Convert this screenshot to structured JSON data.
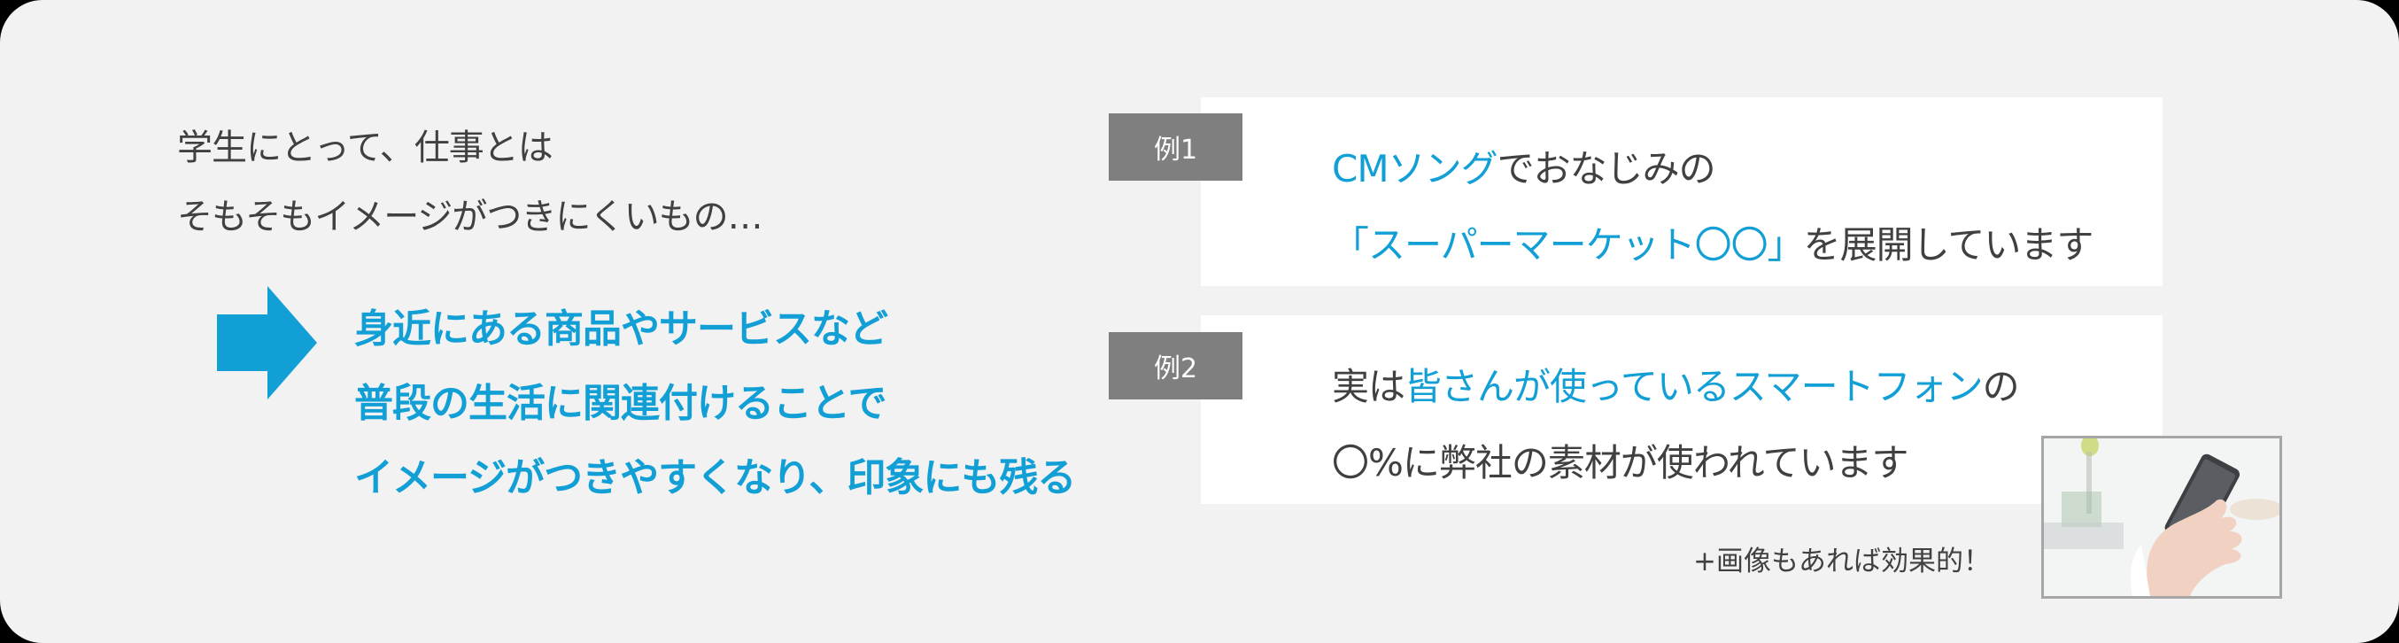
{
  "intro": {
    "lines": [
      "学生にとって、仕事とは",
      "そもそもイメージがつきにくいもの…"
    ]
  },
  "arrow": {
    "icon": "right-arrow-icon",
    "color": "#119fd6"
  },
  "conclusion": {
    "lines": [
      "身近にある商品やサービスなど",
      "普段の生活に関連付けることで",
      "イメージがつきやすくなり、印象にも残る"
    ]
  },
  "examples": [
    {
      "label": "例1",
      "line1": {
        "highlight": "CMソング",
        "rest": "でおなじみの"
      },
      "line2": {
        "highlight": "「スーパーマーケット〇〇」",
        "rest": "を展開しています"
      }
    },
    {
      "label": "例2",
      "line1": {
        "prefix": "実は",
        "highlight": "皆さんが使っているスマートフォン",
        "rest": "の"
      },
      "line2": {
        "text": "〇%に弊社の素材が使われています"
      }
    }
  ],
  "note": "+画像もあれば効果的！",
  "photo": {
    "description": "hands holding smartphone",
    "icon": "smartphone-photo"
  },
  "colors": {
    "accent": "#119fd6",
    "text": "#404040",
    "label_bg": "#7f7f7f",
    "panel_bg": "#f2f2f2",
    "card_bg": "#ffffff"
  }
}
